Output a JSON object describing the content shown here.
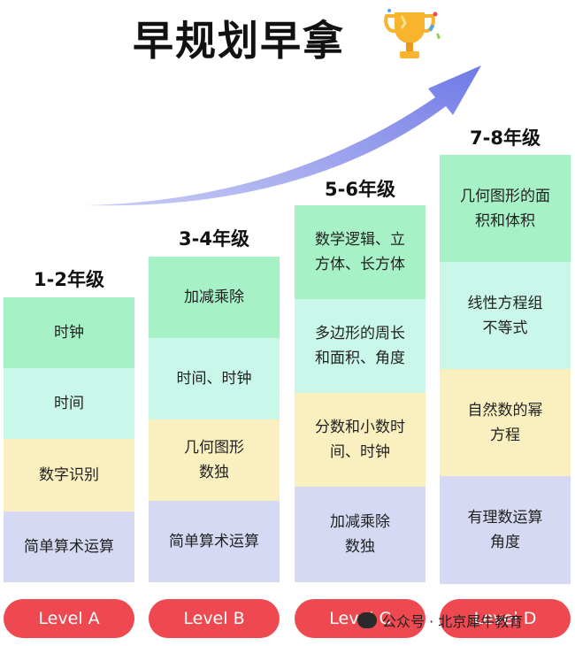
{
  "header": {
    "title": "早规划早拿",
    "icon": "trophy-icon"
  },
  "columns": [
    {
      "grade": "1-2年级",
      "level": "Level A",
      "cells": [
        {
          "text": "时钟",
          "color": "#a6f1c6"
        },
        {
          "text": "时间",
          "color": "#c9f7ea"
        },
        {
          "text": "数字识别",
          "color": "#faf0bf"
        },
        {
          "text": "简单算术运算",
          "color": "#d5d9f3"
        }
      ]
    },
    {
      "grade": "3-4年级",
      "level": "Level B",
      "cells": [
        {
          "text": "加减乘除",
          "color": "#a6f1c6"
        },
        {
          "text": "时间、时钟",
          "color": "#c9f7ea"
        },
        {
          "text": "几何图形\n数独",
          "color": "#faf0bf"
        },
        {
          "text": "简单算术运算",
          "color": "#d5d9f3"
        }
      ]
    },
    {
      "grade": "5-6年级",
      "level": "Level C",
      "cells": [
        {
          "text": "数学逻辑、立\n方体、长方体",
          "color": "#a6f1c6"
        },
        {
          "text": "多边形的周长\n和面积、角度",
          "color": "#c9f7ea"
        },
        {
          "text": "分数和小数时\n间、时钟",
          "color": "#faf0bf"
        },
        {
          "text": "加减乘除\n数独",
          "color": "#d5d9f3"
        }
      ]
    },
    {
      "grade": "7-8年级",
      "level": "Level D",
      "cells": [
        {
          "text": "几何图形的面\n积和体积",
          "color": "#a6f1c6"
        },
        {
          "text": "线性方程组\n不等式",
          "color": "#c9f7ea"
        },
        {
          "text": "自然数的幂\n方程",
          "color": "#faf0bf"
        },
        {
          "text": "有理数运算\n角度",
          "color": "#d5d9f3"
        }
      ]
    }
  ],
  "watermark": {
    "text": "公众号 · 北京犀牛教育",
    "icon": "wechat-icon"
  },
  "colors": {
    "accent_red": "#ee4950",
    "arrow_blue": "#6f79e6"
  }
}
